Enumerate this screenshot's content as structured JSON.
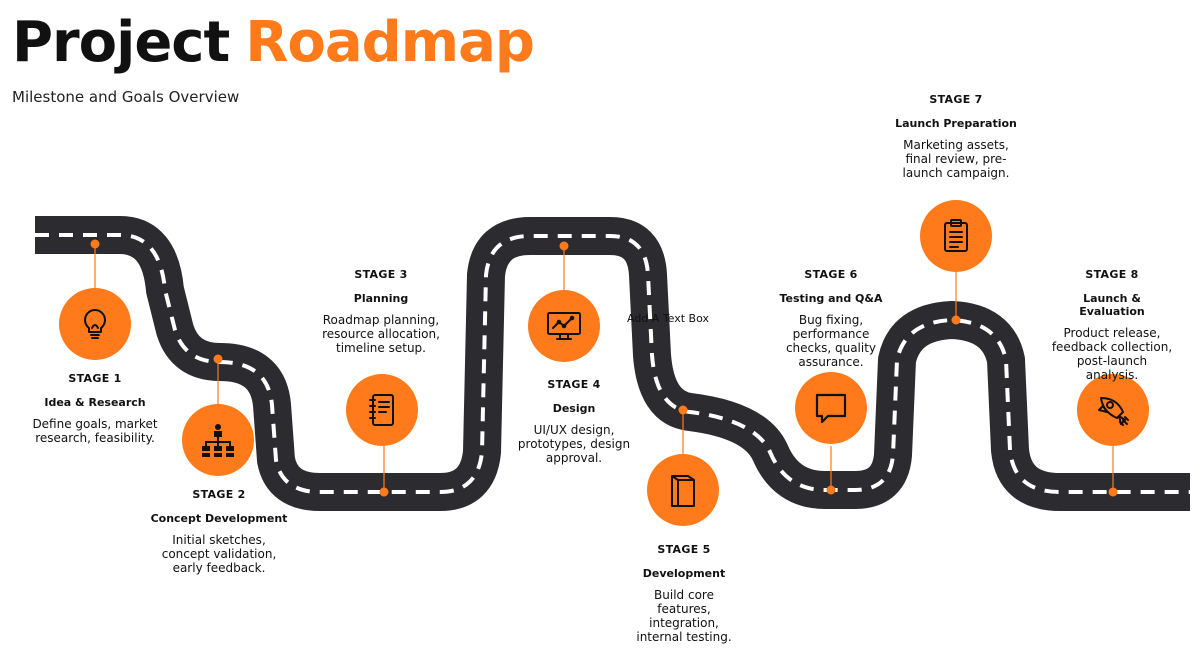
{
  "header": {
    "title_part1": "Project",
    "title_part2": "Roadmap",
    "subtitle": "Milestone and Goals Overview"
  },
  "colors": {
    "accent": "#ff7a1a",
    "road": "#2b2b30",
    "dash": "#ffffff",
    "text": "#111111"
  },
  "stages": [
    {
      "number": "STAGE 1",
      "name": "Idea & Research",
      "description": "Define goals, market research, feasibility.",
      "icon": "lightbulb-icon"
    },
    {
      "number": "STAGE 2",
      "name": "Concept Development",
      "description": "Initial sketches, concept validation, early feedback.",
      "icon": "hierarchy-icon"
    },
    {
      "number": "STAGE 3",
      "name": "Planning",
      "description": "Roadmap planning, resource allocation, timeline setup.",
      "icon": "notebook-icon"
    },
    {
      "number": "STAGE 4",
      "name": "Design",
      "description": "UI/UX design, prototypes, design approval.",
      "icon": "monitor-chart-icon"
    },
    {
      "number": "STAGE 5",
      "name": "Development",
      "description": "Build core features, integration, internal testing.",
      "icon": "folder-icon"
    },
    {
      "number": "STAGE 6",
      "name": "Testing and Q&A",
      "description": "Bug fixing, performance checks, quality assurance.",
      "icon": "chat-bubble-icon"
    },
    {
      "number": "STAGE 7",
      "name": "Launch Preparation",
      "description": "Marketing assets, final review, pre-launch campaign.",
      "icon": "clipboard-icon"
    },
    {
      "number": "STAGE 8",
      "name": "Launch & Evaluation",
      "description": "Product release, feedback collection, post-launch analysis.",
      "icon": "rocket-icon"
    }
  ],
  "textbox": {
    "label": "Add A Text Box"
  }
}
